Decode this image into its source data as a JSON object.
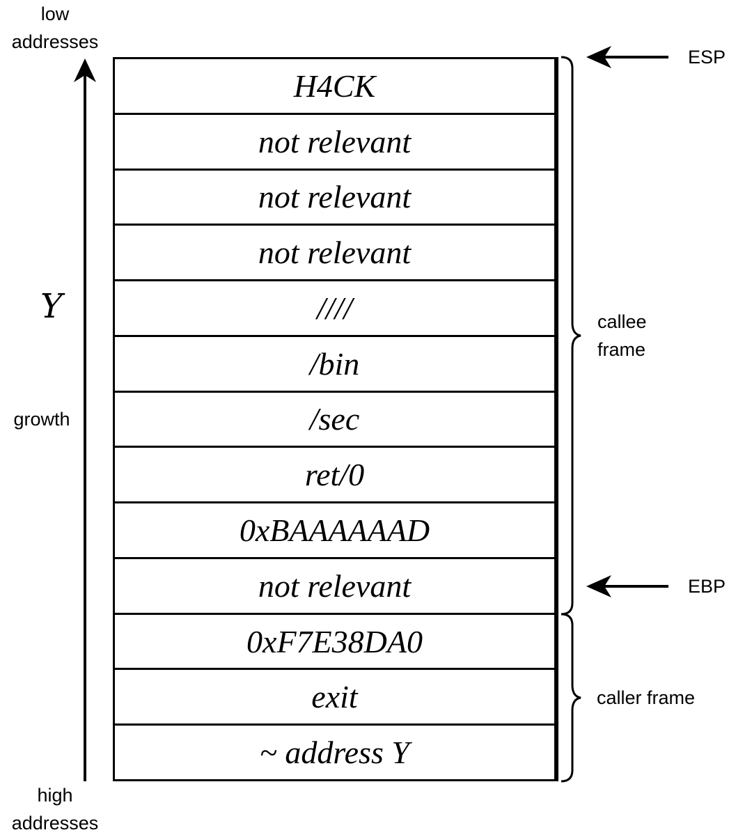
{
  "direction": {
    "low_label": "low\naddresses",
    "high_label": "high\naddresses",
    "growth_label": "growth",
    "variable_label": "Y"
  },
  "stack_cells": [
    "H4CK",
    "not relevant",
    "not relevant",
    "not relevant",
    "////",
    "/bin",
    "/sec",
    "ret/0",
    "0xBAAAAAAD",
    "not relevant",
    "0xF7E38DA0",
    "exit",
    "~ address Y"
  ],
  "pointers": {
    "esp": {
      "label": "ESP",
      "cell_index": 0
    },
    "ebp": {
      "label": "EBP",
      "cell_index": 9
    }
  },
  "frames": [
    {
      "label": "callee\nframe",
      "from_cell": 0,
      "to_cell": 9
    },
    {
      "label": "caller frame",
      "from_cell": 10,
      "to_cell": 12
    }
  ],
  "colors": {
    "stroke": "#000000",
    "background": "#ffffff"
  }
}
